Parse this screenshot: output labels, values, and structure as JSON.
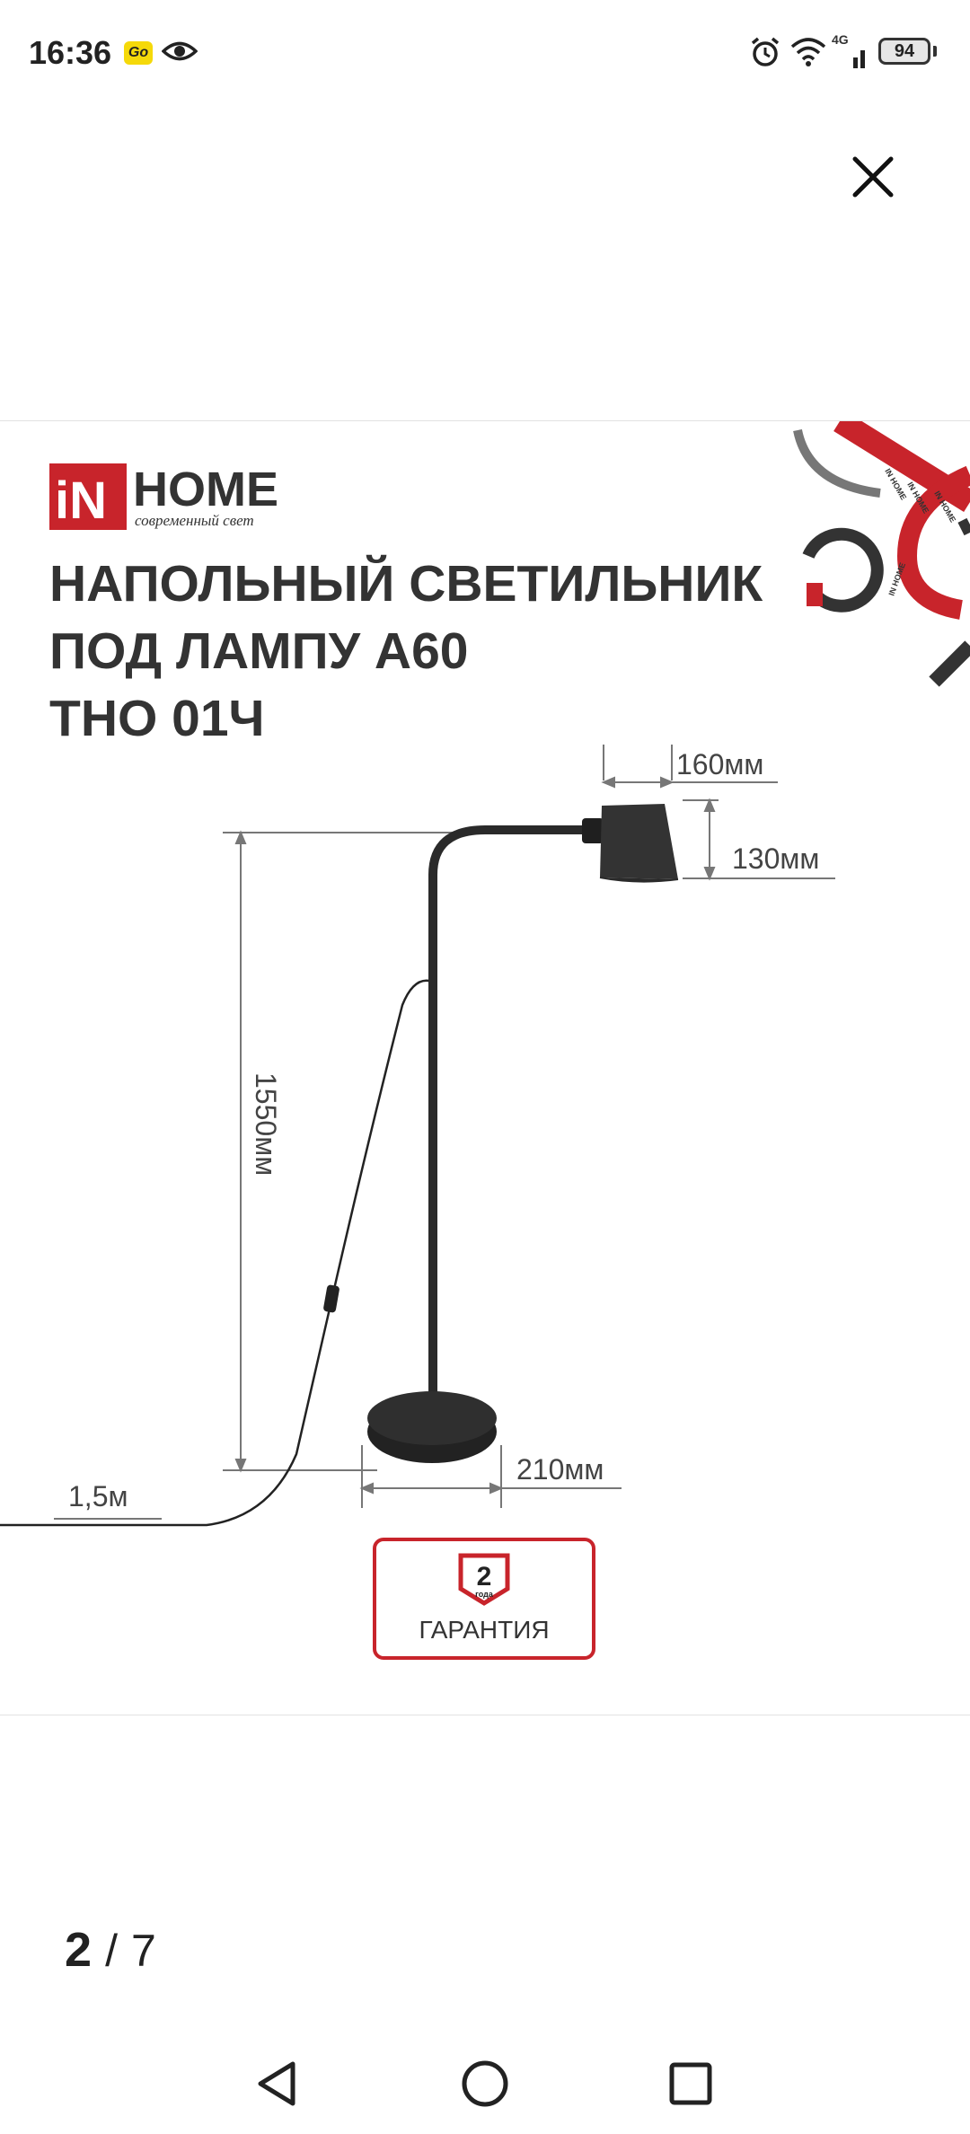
{
  "status_bar": {
    "time": "16:36",
    "badge": "Go",
    "network": "4G",
    "battery": "94",
    "icons": [
      "go-badge-icon",
      "eye-icon",
      "alarm-icon",
      "wifi-icon",
      "signal-icon",
      "battery-icon"
    ]
  },
  "viewer": {
    "close_icon": "close-icon",
    "page_current": "2",
    "page_separator": "/",
    "page_total": "7"
  },
  "product_image": {
    "brand_in": "iN",
    "brand_home": "HOME",
    "brand_tagline": "современный свет",
    "title_line1": "НАПОЛЬНЫЙ СВЕТИЛЬНИК",
    "title_line2": "ПОД ЛАМПУ А60",
    "title_line3": "ТНО 01Ч",
    "dim_shade_width": "160мм",
    "dim_shade_height": "130мм",
    "dim_height": "1550мм",
    "dim_base": "210мм",
    "dim_cable": "1,5м",
    "warranty_years": "2",
    "warranty_unit": "года",
    "warranty_label": "ГАРАНТИЯ",
    "corner_logo_text": "IN HOME",
    "accent_color": "#c8242b"
  },
  "nav_bar": {
    "icons": [
      "back-icon",
      "home-icon",
      "recents-icon"
    ]
  }
}
